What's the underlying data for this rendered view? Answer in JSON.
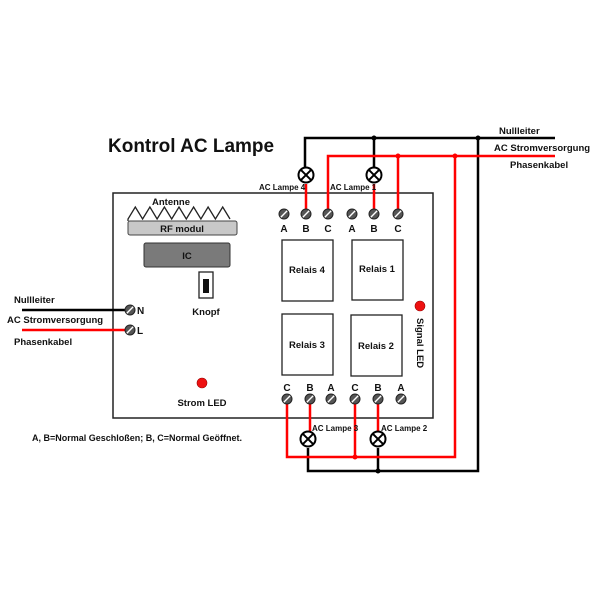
{
  "title": "Kontrol AC Lampe",
  "colors": {
    "neutral": "#000000",
    "phase": "#ff0000",
    "led": "#ee1111",
    "rf_module": "#c8c8c8",
    "ic": "#7a7a7a",
    "terminal": "#555555"
  },
  "right_labels": {
    "neutral": "Nullleiter",
    "supply": "AC Stromversorgung",
    "phase": "Phasenkabel"
  },
  "left_labels": {
    "neutral": "Nullleiter",
    "supply": "AC Stromversorgung",
    "phase": "Phasenkabel"
  },
  "input_terminals": {
    "n": "N",
    "l": "L"
  },
  "board": {
    "antenna": "Antenne",
    "rf_module": "RF modul",
    "ic": "IC",
    "button": "Knopf",
    "power_led": "Strom LED",
    "signal_led": "Signal LED"
  },
  "relays": [
    "Relais 4",
    "Relais 1",
    "Relais 3",
    "Relais 2"
  ],
  "top_terminals": [
    "A",
    "B",
    "C",
    "A",
    "B",
    "C"
  ],
  "bottom_terminals": [
    "C",
    "B",
    "A",
    "C",
    "B",
    "A"
  ],
  "lamps": {
    "lamp4": "AC Lampe 4",
    "lamp1": "AC Lampe 1",
    "lamp3": "AC Lampe 3",
    "lamp2": "AC Lampe 2"
  },
  "legend_note": "A, B=Normal Geschloßen; B, C=Normal Geöffnet."
}
